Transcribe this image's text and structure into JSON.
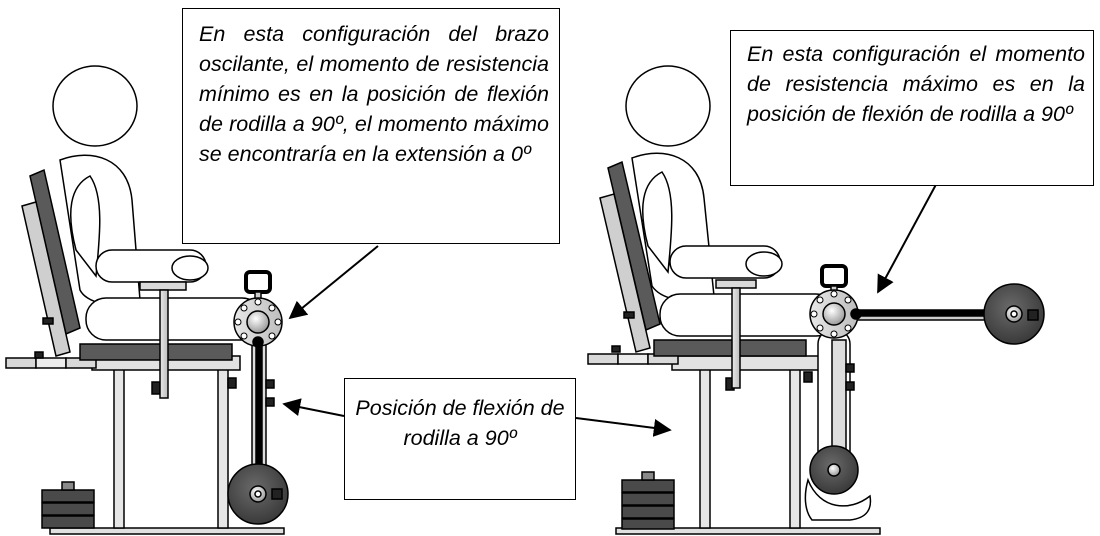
{
  "annotations": {
    "top_left": "En esta configuración del brazo oscilante, el momento de resistencia mínimo es en la posición de flexión de rodilla a 90º, el momento máximo se encontraría en la extensión a 0º",
    "top_right": "En esta configuración el momento de resistencia máximo es en la posición de flexión de rodilla a 90º",
    "bottom_center": "Posición de flexión de rodilla a 90º"
  },
  "colors": {
    "line": "#000000",
    "seat_dark": "#5a5a5a",
    "frame_gray": "#cfcfcf",
    "weight_dark": "#4a4a4a",
    "background": "#ffffff"
  }
}
